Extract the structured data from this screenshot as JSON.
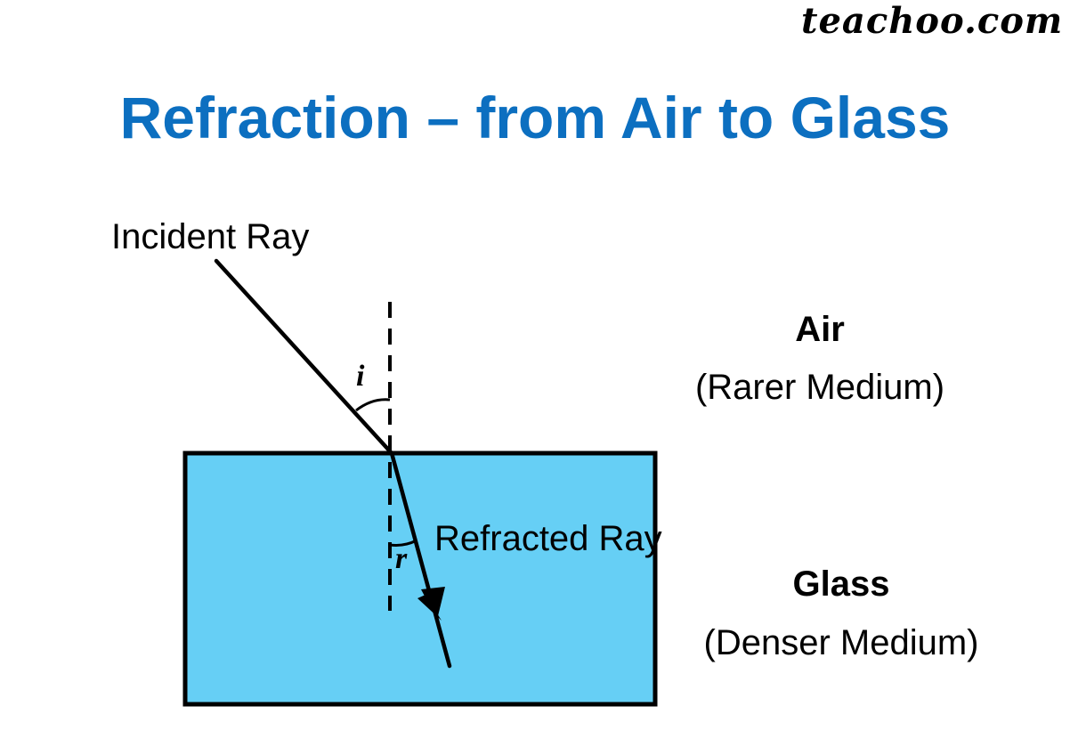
{
  "brand": "teachoo.com",
  "title": "Refraction – from Air to Glass",
  "labels": {
    "incident_ray": "Incident Ray",
    "refracted_ray": "Refracted Ray",
    "angle_incidence": "i",
    "angle_refraction": "r"
  },
  "media": {
    "air": {
      "name": "Air",
      "description": "(Rarer Medium)"
    },
    "glass": {
      "name": "Glass",
      "description": "(Denser Medium)"
    }
  },
  "colors": {
    "title": "#0c6fc0",
    "glass_fill": "#66cff5",
    "lines": "#000000"
  }
}
